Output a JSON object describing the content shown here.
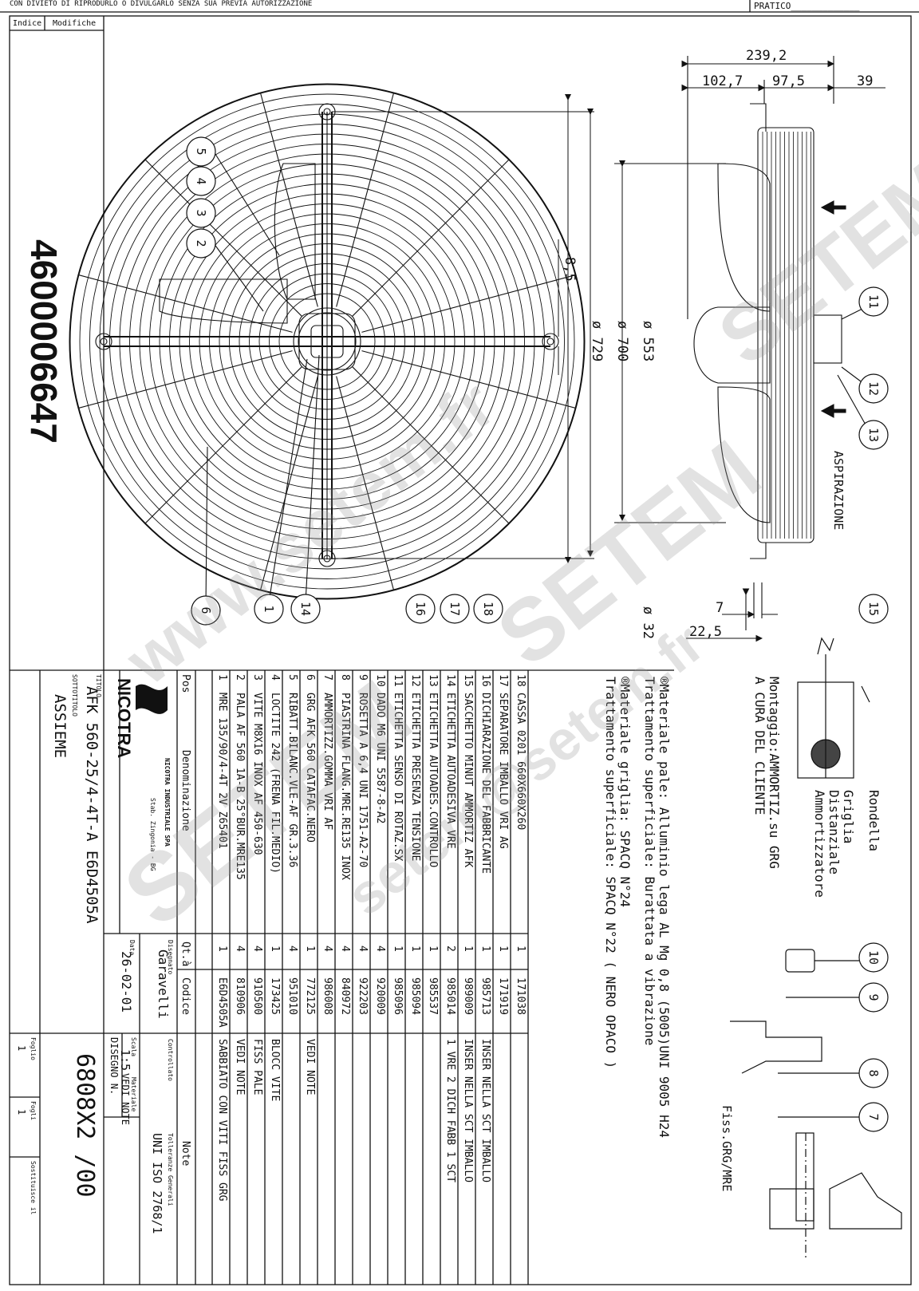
{
  "header": {
    "warning": "CON DIVIETO DI RIPRODURLO O DIVULGARLO SENZA SUA PREVIA AUTORIZZAZIONE",
    "pratico": "PRATICO_____________"
  },
  "revision": {
    "indice": "Indice",
    "modifiche": "Modifiche"
  },
  "part_number": "4600006647",
  "dimensions": {
    "d239": "239,2",
    "d102": "102,7",
    "d97": "97,5",
    "d39": "39",
    "d8": "8,5",
    "d729": "ø 729",
    "d700": "ø 700",
    "d553": "ø 553",
    "d7": "7",
    "d22": "22,5",
    "d32": "ø 32"
  },
  "balloons_left": [
    "5",
    "4",
    "3",
    "2",
    "6",
    "1",
    "14"
  ],
  "balloons_mid": [
    "16",
    "17",
    "18"
  ],
  "balloons_right": [
    "11",
    "12",
    "13",
    "15"
  ],
  "balloons_detail": [
    "10",
    "9",
    "8",
    "7"
  ],
  "aspirazione": "ASPIRAZIONE",
  "fiss_label": "Fiss.GRG/MRE",
  "detail_labels": [
    "Rondella",
    "Griglia",
    "Distanziale",
    "Ammortizzatore"
  ],
  "notes": [
    "®Materiale pale: Alluminio lega AL Mg 0,8 (5005)UNI 9005 H24",
    "Trattamento superficiale: Burattata a vibrazione",
    "®Materiale griglia: SPACQ N°24",
    "Trattamento superficiale: SPACQ  N°22 ( NERO OPACO )",
    "Montaggio:AMMORTIZ.su GRG",
    "A CURA DEL CLIENTE"
  ],
  "bom": {
    "headers": {
      "pos": "Pos",
      "denom": "Denominazione",
      "qty": "Qt.à",
      "code": "Codice",
      "note": "Note"
    },
    "rows": [
      {
        "pos": "18",
        "denom": "CASSA 0201 660X660X260",
        "qty": "1",
        "code": "171038",
        "note": ""
      },
      {
        "pos": "17",
        "denom": "SEPARATORE IMBALLO VRI AG",
        "qty": "1",
        "code": "171919",
        "note": ""
      },
      {
        "pos": "16",
        "denom": "DICHIARAZIONE DEL FABBRICANTE",
        "qty": "1",
        "code": "985713",
        "note": "INSER NELLA SCT IMBALLO"
      },
      {
        "pos": "15",
        "denom": "SACCHETTO MINUT AMMORTIZ AFK",
        "qty": "1",
        "code": "989009",
        "note": "INSER NELLA SCT IMBALLO"
      },
      {
        "pos": "14",
        "denom": "ETICHETTA AUTOADESIVA VRE",
        "qty": "2",
        "code": "985014",
        "note": "1 VRE 2 DICH FABB 1 SCT"
      },
      {
        "pos": "13",
        "denom": "ETICHETTA AUTOADES.CONTROLLO",
        "qty": "1",
        "code": "985537",
        "note": ""
      },
      {
        "pos": "12",
        "denom": "ETICHETTA PRESENZA TENSIONE",
        "qty": "1",
        "code": "985094",
        "note": ""
      },
      {
        "pos": "11",
        "denom": "ETICHETTA SENSO DI ROTAZ.SX",
        "qty": "1",
        "code": "985096",
        "note": ""
      },
      {
        "pos": "10",
        "denom": "DADO M6 UNI 5587-8-A2",
        "qty": "4",
        "code": "920009",
        "note": ""
      },
      {
        "pos": "9",
        "denom": "ROSETTA A 6,4 UNI 1751-A2-70",
        "qty": "4",
        "code": "922203",
        "note": ""
      },
      {
        "pos": "8",
        "denom": "PIASTRINA FLANG.MRE.RE135 INOX",
        "qty": "4",
        "code": "840972",
        "note": ""
      },
      {
        "pos": "7",
        "denom": "AMMORTIZZ.GOMMA VRI AF",
        "qty": "4",
        "code": "986008",
        "note": ""
      },
      {
        "pos": "6",
        "denom": "GRG AFK 560 CATAFAC.NERO",
        "qty": "1",
        "code": "772125",
        "note": "VEDI NOTE"
      },
      {
        "pos": "5",
        "denom": "RIBATT.BILANC.VLE-AF GR.3.36",
        "qty": "4",
        "code": "951010",
        "note": ""
      },
      {
        "pos": "4",
        "denom": "LOCTITE 242 (FRENA FIL.MEDIO)",
        "qty": "1",
        "code": "173425",
        "note": "BLOCC VITE"
      },
      {
        "pos": "3",
        "denom": "VITE M8X16 INOX AF 450-630",
        "qty": "4",
        "code": "910500",
        "note": "FISS PALE"
      },
      {
        "pos": "2",
        "denom": "PALA AF 560 1A-B 25°BUR.MRE135",
        "qty": "4",
        "code": "810906",
        "note": "VEDI NOTE"
      },
      {
        "pos": "1",
        "denom": "MRE 135/90/4-4T 2V Z65401",
        "qty": "1",
        "code": "E6D4505A",
        "note": "SABBIATO CON VITI FISS GRG"
      }
    ]
  },
  "title_block": {
    "titolo_label": "TITOLO",
    "titolo": "AFK 560-25/4-4T-A    E6D4505A",
    "sottotitolo_label": "SOTTOTITOLO",
    "sottotitolo": "ASSIEME",
    "company": "NICOTRA",
    "company_full": "NICOTRA INDUSTRIALE SPA",
    "company_addr": "Stab. Zingonia - BG",
    "disegnato_label": "Disegnato",
    "disegnato": "Garavelli",
    "data_label": "Data",
    "data": "26-02-01",
    "controllato_label": "Controllato",
    "tolleranze_label": "Tolleranze Generali",
    "tolleranze": "UNI ISO 2768/1",
    "scala_label": "Scala",
    "scala": "1:5",
    "materiale_label": "Materiale",
    "materiale": "VEDI NOTE",
    "disegno_label": "DISEGNO N.",
    "disegno": "6808X2 /00",
    "foglio_label": "Foglio",
    "foglio": "1",
    "fogli_label": "Fogli",
    "fogli": "1",
    "sostituisce_label": "Sostituisce il"
  },
  "watermarks": [
    "www.setem.fr",
    "SETEM",
    "SETEM",
    "setem@setem.fr",
    "SETEM"
  ]
}
